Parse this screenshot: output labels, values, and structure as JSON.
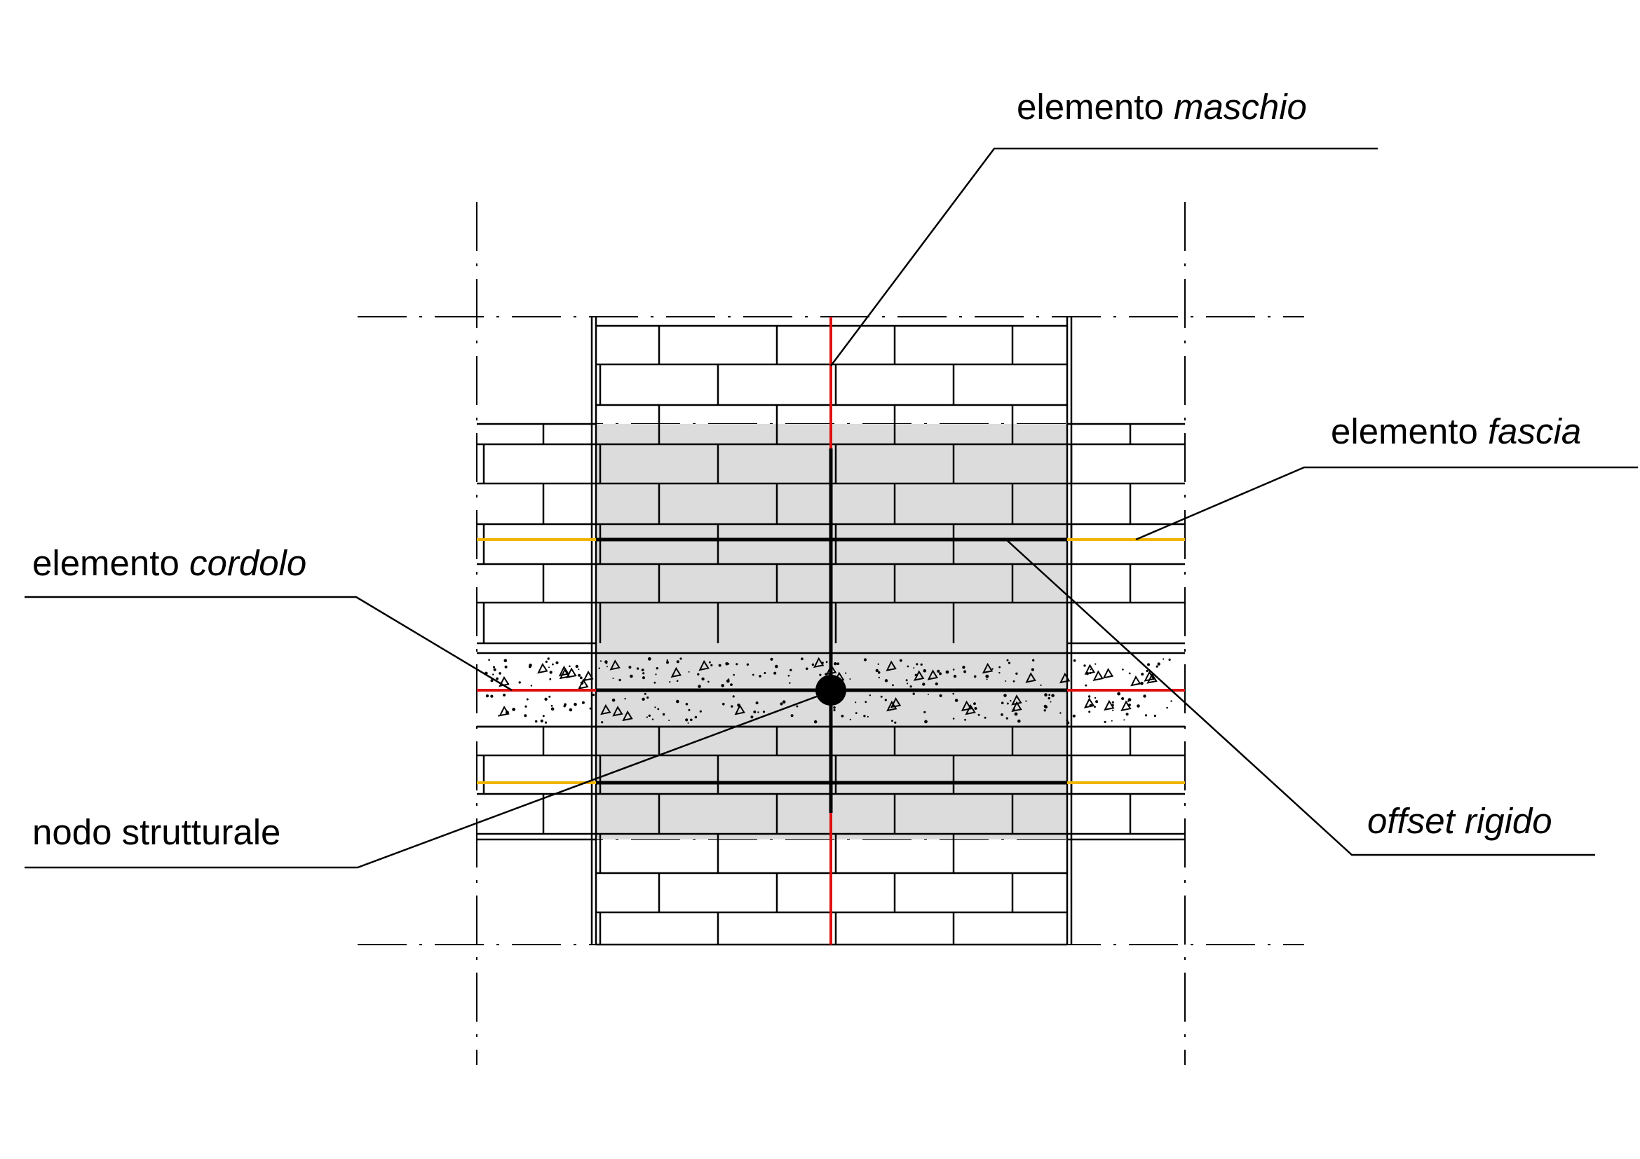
{
  "labels": {
    "maschio": {
      "prefix": "elemento",
      "term": "maschio"
    },
    "fascia": {
      "prefix": "elemento",
      "term": "fascia"
    },
    "cordolo": {
      "prefix": "elemento",
      "term": "cordolo"
    },
    "nodo": {
      "text": "nodo strutturale"
    },
    "offset": {
      "text": "offset rigido"
    }
  },
  "colors": {
    "maschio_line": "#e01010",
    "cordolo_line": "#e01010",
    "fascia_line": "#f0b400",
    "rigid_offset": "#000000",
    "gray_zone": "#dcdcdc",
    "masonry_line": "#000000"
  }
}
